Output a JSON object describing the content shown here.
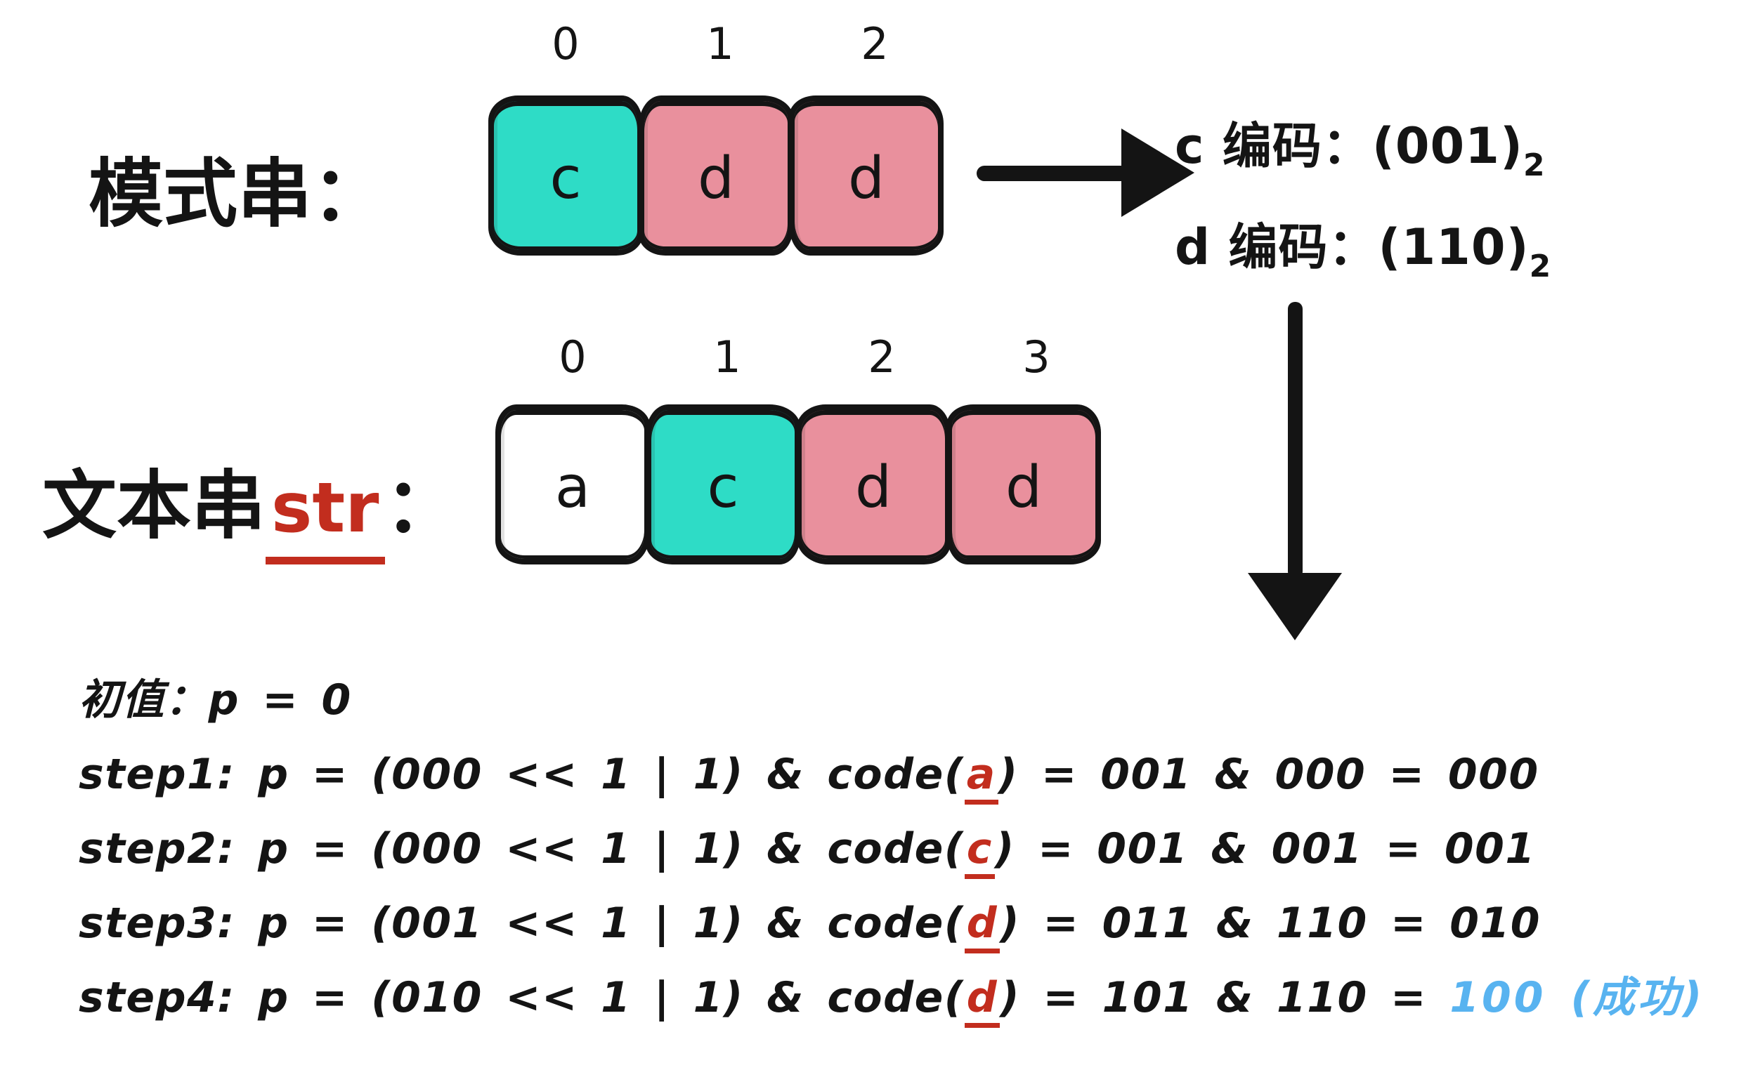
{
  "colors": {
    "teal": "#2EDCC6",
    "pink": "#E9909D",
    "red": "#C22D1E",
    "blue": "#58B3F0",
    "ink": "#141414"
  },
  "pattern_row": {
    "label": "模式串",
    "colon": "：",
    "indices": [
      "0",
      "1",
      "2"
    ],
    "cells": [
      {
        "char": "c",
        "fill": "teal"
      },
      {
        "char": "d",
        "fill": "pink"
      },
      {
        "char": "d",
        "fill": "pink"
      }
    ]
  },
  "encoding": {
    "lines": [
      {
        "text": "c 编码：(001)",
        "sub": "2"
      },
      {
        "text": "d 编码：(110)",
        "sub": "2"
      }
    ]
  },
  "text_row": {
    "label": "文本串",
    "var": "str",
    "colon": "：",
    "indices": [
      "0",
      "1",
      "2",
      "3"
    ],
    "cells": [
      {
        "char": "a",
        "fill": "white"
      },
      {
        "char": "c",
        "fill": "teal"
      },
      {
        "char": "d",
        "fill": "pink"
      },
      {
        "char": "d",
        "fill": "pink"
      }
    ]
  },
  "steps": {
    "init": "初值：p = 0",
    "lines": [
      {
        "pre": "step1: p = (000 << 1 | 1) & code(",
        "ch": "a",
        "post": ") = 001 & 000 = 000",
        "tail": ""
      },
      {
        "pre": "step2: p = (000 << 1 | 1) & code(",
        "ch": "c",
        "post": ") = 001 & 001 = 001",
        "tail": ""
      },
      {
        "pre": "step3: p = (001 << 1 | 1) & code(",
        "ch": "d",
        "post": ") = 011 & 110 = 010",
        "tail": ""
      },
      {
        "pre": "step4: p = (010 << 1 | 1) & code(",
        "ch": "d",
        "post": ") = 101 & 110 = ",
        "tail": "100 (成功)"
      }
    ]
  }
}
